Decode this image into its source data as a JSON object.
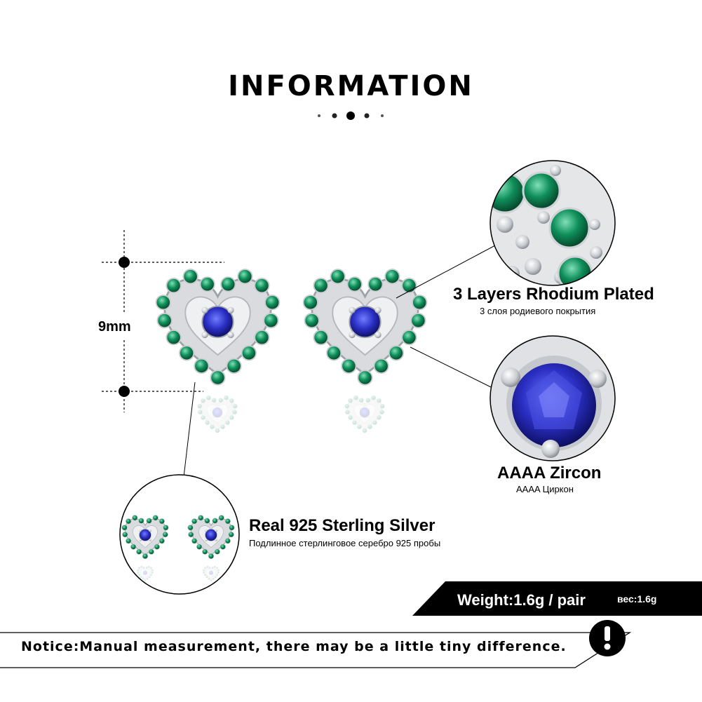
{
  "title": "INFORMATION",
  "dimension": {
    "label": "9mm"
  },
  "features": {
    "rhodium": {
      "title": "3 Layers Rhodium Plated",
      "subtitle": "3 слоя родиевого покрытия"
    },
    "zircon": {
      "title": "AAAA  Zircon",
      "subtitle": "AAAA Циркон"
    },
    "silver": {
      "title": "Real 925  Sterling  Silver",
      "subtitle": "Подлинное стерлинговое серебро 925 пробы"
    }
  },
  "weight": {
    "label": "Weight:1.6g / pair",
    "label_ru": "вес:1.6g"
  },
  "notice": {
    "text": "Notice:Manual measurement, there may be a little tiny difference."
  },
  "icons": [
    "heart-earring-icon",
    "exclamation-icon"
  ],
  "colors": {
    "emerald": "#0f8f5a",
    "sapphire": "#2b2fc4",
    "silver": "#c9ccd0",
    "banner": "#000000"
  }
}
